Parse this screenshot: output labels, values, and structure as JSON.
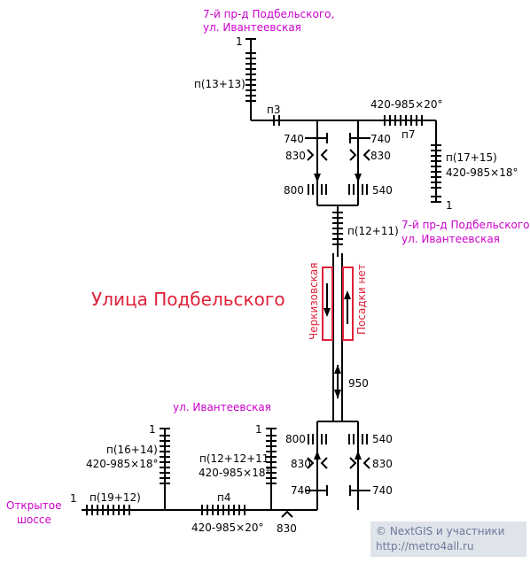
{
  "labels": {
    "top_dest_1": "7-й пр-д Подбельского,",
    "top_dest_2": "ул. Ивантеевская",
    "right_dest_1": "7-й пр-д Подбельского,",
    "right_dest_2": "ул. Ивантеевская",
    "bottom_dest": "ул. Ивантеевская",
    "left_dest_1": "Открытое",
    "left_dest_2": "шоссе",
    "street": "Улица Подбельского",
    "cherkizovskaya": "Черкизовская",
    "no_boarding": "Посадки нет"
  },
  "numbers": {
    "p_13_13": "п(13+13)",
    "p3": "п3",
    "one_top": "1",
    "dim_top": "420-985×20°",
    "p7": "п7",
    "p_17_15": "п(17+15)",
    "dim_right": "420-985×18°",
    "one_right": "1",
    "n740_l": "740",
    "n740_r": "740",
    "n830_l": "830",
    "n830_r": "830",
    "n800": "800",
    "n540": "540",
    "p_12_11": "п(12+11)",
    "n950": "950",
    "b_800": "800",
    "b_540": "540",
    "b_830_l": "830",
    "b_830_r": "830",
    "b_740_l": "740",
    "b_740_r": "740",
    "b_830_bottom": "830",
    "one_b1": "1",
    "p_16_14": "п(16+14)",
    "dim_b1": "420-985×18°",
    "one_b2": "1",
    "p_12_12_11": "п(12+12+11)",
    "dim_b2": "420-985×18°",
    "one_left": "1",
    "p_19_12": "п(19+12)",
    "p4": "п4",
    "dim_bottom": "420-985×20°"
  },
  "credit": {
    "line1": "© NextGIS и участники",
    "line2": "http://metro4all.ru"
  },
  "colors": {
    "magenta": "#cc00cc",
    "red": "#e0203a",
    "credit_bg": "#dfe3ea"
  }
}
